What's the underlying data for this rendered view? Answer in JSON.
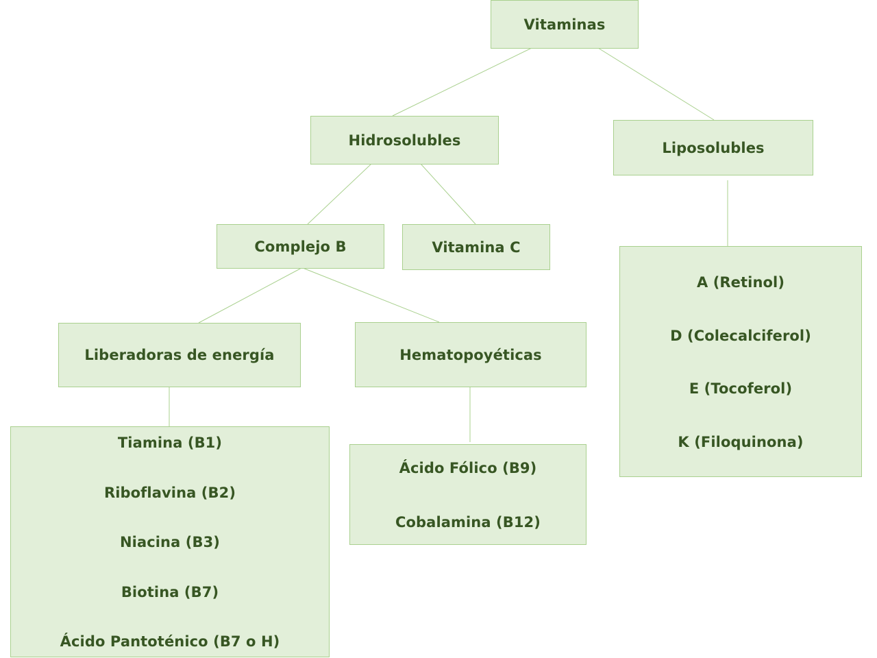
{
  "diagram": {
    "root": "Vitaminas",
    "hidro": "Hidrosolubles",
    "lipo": "Liposolubles",
    "complejo_b": "Complejo B",
    "vitamina_c": "Vitamina C",
    "liberadoras": "Liberadoras de energía",
    "hemato": "Hematopoyéticas",
    "liberadoras_items": [
      "Tiamina (B1)",
      "Riboflavina (B2)",
      "Niacina (B3)",
      "Biotina (B7)",
      "Ácido Pantoténico (B7 o H)"
    ],
    "hemato_items": [
      "Ácido Fólico (B9)",
      "Cobalamina (B12)"
    ],
    "lipo_items": [
      "A (Retinol)",
      "D (Colecalciferol)",
      "E (Tocoferol)",
      "K (Filoquinona)"
    ]
  },
  "colors": {
    "box_fill": "#e2efd9",
    "box_border": "#a9d08e",
    "text": "#375623",
    "connector": "#a9d08e"
  }
}
